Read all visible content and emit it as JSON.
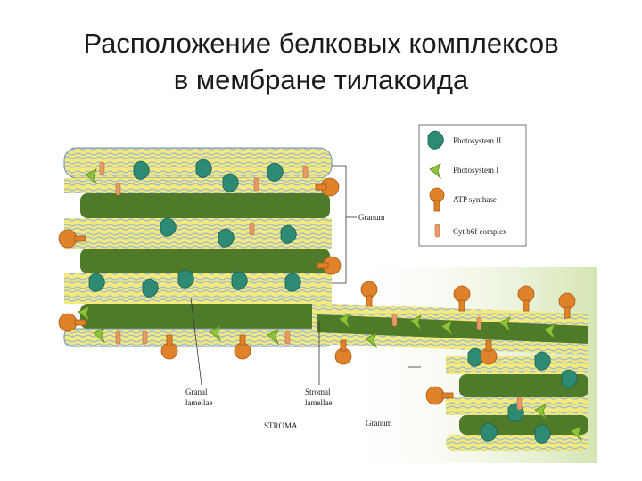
{
  "slide": {
    "title_line1": "Расположение белковых комплексов",
    "title_line2": "в мембране тилакоида"
  },
  "legend": {
    "items": [
      {
        "label": "Photosystem II",
        "icon": "photosystem-ii-icon",
        "color": "#2e8b73"
      },
      {
        "label": "Photosystem I",
        "icon": "photosystem-i-icon",
        "color": "#8fc33a"
      },
      {
        "label": "ATP synthase",
        "icon": "atp-synthase-icon",
        "color": "#e0822a"
      },
      {
        "label": "Cyt b6f complex",
        "icon": "cyt-b6f-complex-icon",
        "color": "#e89a68"
      }
    ]
  },
  "labels": {
    "granum_right": "Granum",
    "granal_lamellae_1": "Granal",
    "granal_lamellae_2": "lamellae",
    "stromal_lamellae_1": "Stromal",
    "stromal_lamellae_2": "lamellae",
    "stroma": "STROMA",
    "granum_bottom": "Granum"
  },
  "colors": {
    "lumen": "#4f7a2a",
    "membrane_yellow": "#f2e46a",
    "membrane_blue": "#8fb0d8",
    "stroma_bg": "#e9f1d6"
  }
}
